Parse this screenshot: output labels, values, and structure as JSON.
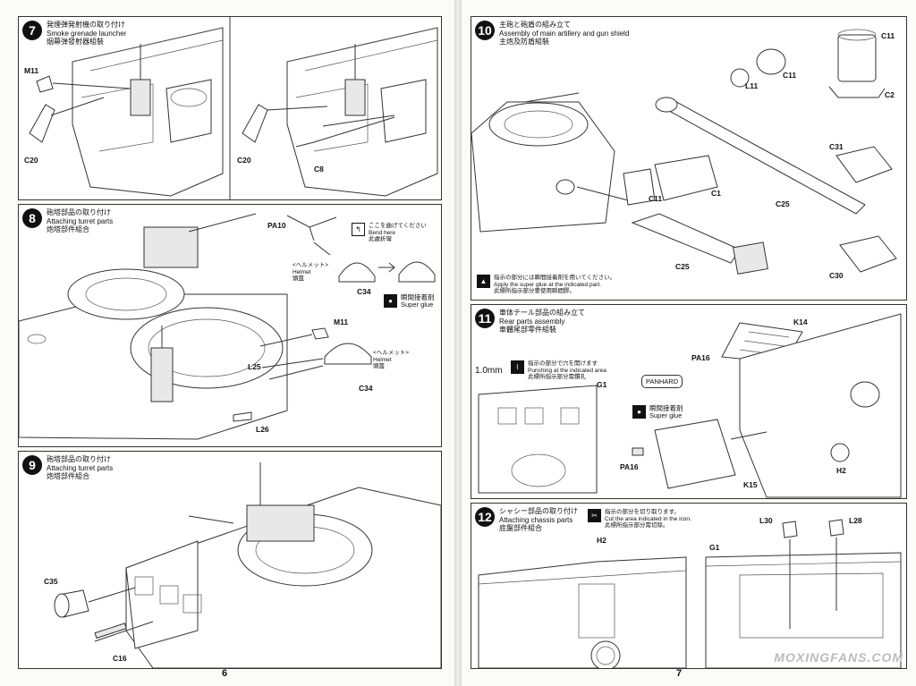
{
  "left_page": {
    "page_number": "6",
    "step7": {
      "number": "7",
      "title_jp": "発煙弾発射機の取り付け",
      "title_en": "Smoke grenade launcher",
      "title_cn": "烟幕弹發射器組裝",
      "labels": {
        "m11": "M11",
        "c20a": "C20",
        "c20b": "C20",
        "c8": "C8"
      }
    },
    "step8": {
      "number": "8",
      "title_jp": "砲塔部品の取り付け",
      "title_en": "Attaching turret parts",
      "title_cn": "炮塔部件組合",
      "bend_jp": "ここを曲げてください",
      "bend_en": "Bend here",
      "bend_cn": "此處折彎",
      "helmet_jp_a": "<ヘルメット>",
      "helmet_en_a": "Helmet",
      "helmet_cn_a": "頭盔",
      "helmet_jp_b": "<ヘルメット>",
      "helmet_en_b": "Helmet",
      "helmet_cn_b": "頭盔",
      "glue_jp": "瞬間接着剤",
      "glue_en": "Super glue",
      "labels": {
        "pa10": "PA10",
        "c34a": "C34",
        "c34b": "C34",
        "m11": "M11",
        "l25": "L25",
        "l26": "L26"
      }
    },
    "step9": {
      "number": "9",
      "title_jp": "砲塔部品の取り付け",
      "title_en": "Attaching turret parts",
      "title_cn": "炮塔部件組合",
      "labels": {
        "c35": "C35",
        "c16": "C16"
      }
    }
  },
  "right_page": {
    "page_number": "7",
    "step10": {
      "number": "10",
      "title_jp": "主砲と砲盾の組み立て",
      "title_en": "Assembly of main artillery and gun shield",
      "title_cn": "主炮及防盾組裝",
      "labels": {
        "c11a": "C11",
        "c11b": "C11",
        "c11c": "C11",
        "l11": "L11",
        "c2": "C2",
        "c31": "C31",
        "c1": "C1",
        "c25a": "C25",
        "c25b": "C25",
        "c30": "C30"
      },
      "note_jp": "指示の部分には瞬間接着剤を用いてください。",
      "note_en": "Apply the super glue at the indicated part.",
      "note_cn": "此標所指示部分要使用瞬間膠。"
    },
    "step11": {
      "number": "11",
      "title_jp": "車体テール部品の組み立て",
      "title_en": "Rear parts assembly",
      "title_cn": "車體尾部零件組裝",
      "drill_size": "1.0mm",
      "punch_jp": "指示の部分で穴を開けます",
      "punch_en": "Punching at the indicated area",
      "punch_cn": "此標所指示部分需鑽孔",
      "glue_jp": "瞬間接着剤",
      "glue_en": "Super glue",
      "panhard": "PANHARD",
      "labels": {
        "k14": "K14",
        "pa16a": "PA16",
        "pa16b": "PA16",
        "g1": "G1",
        "k15": "K15",
        "h2": "H2"
      }
    },
    "step12": {
      "number": "12",
      "title_jp": "シャシー部品の取り付け",
      "title_en": "Attaching chassis parts",
      "title_cn": "底盤部件組合",
      "cut_jp": "指示の部分を切り取ります。",
      "cut_en": "Cut the area indicated in the icon.",
      "cut_cn": "此標所指示部分需切除。",
      "labels": {
        "h2": "H2",
        "g1": "G1",
        "l30": "L30",
        "l28": "L28"
      }
    },
    "watermark": "MOXINGFANS.COM"
  }
}
